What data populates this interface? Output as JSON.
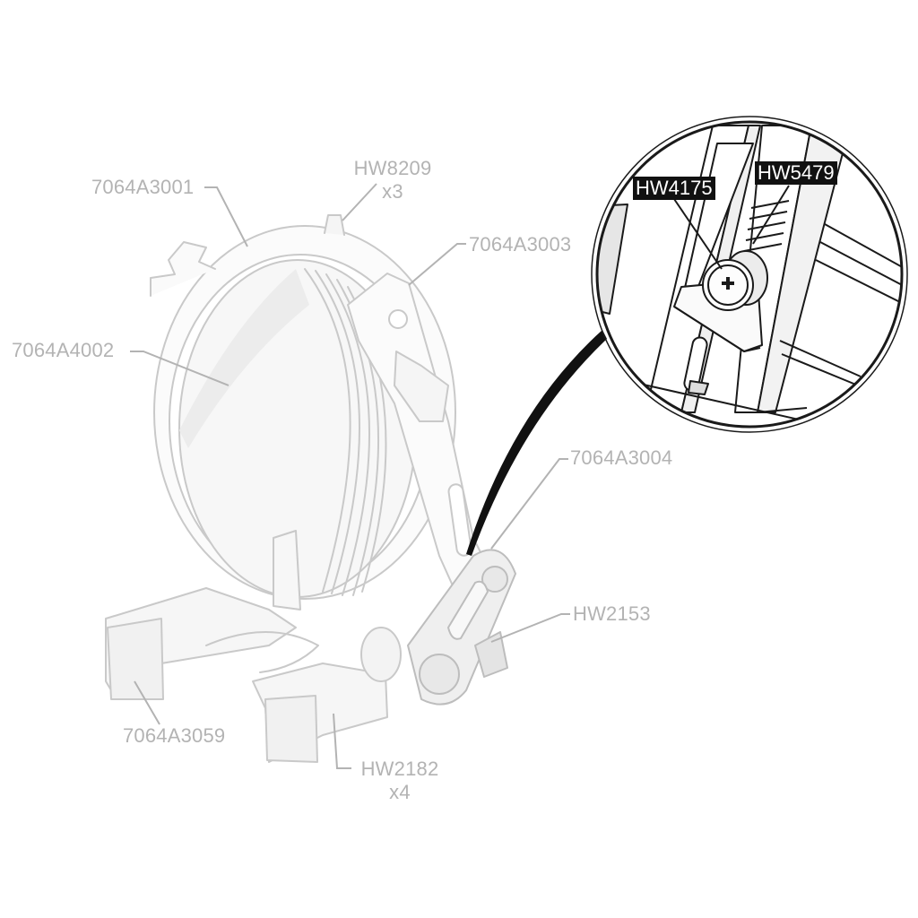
{
  "callouts": {
    "part_7064A3001": "7064A3001",
    "part_HW8209": "HW8209",
    "part_HW8209_qty": "x3",
    "part_7064A3003": "7064A3003",
    "part_7064A4002": "7064A4002",
    "part_7064A3004": "7064A3004",
    "part_HW2153": "HW2153",
    "part_7064A3059": "7064A3059",
    "part_HW2182": "HW2182",
    "part_HW2182_qty": "x4"
  },
  "detail": {
    "part_HW4175": "HW4175",
    "part_HW5479": "HW5479"
  },
  "colors": {
    "ghost_line": "#c8c8c8",
    "leader": "#b3b3b3",
    "detail_line": "#1a1a1a",
    "tag_bg": "#111111",
    "tag_text": "#ffffff"
  }
}
